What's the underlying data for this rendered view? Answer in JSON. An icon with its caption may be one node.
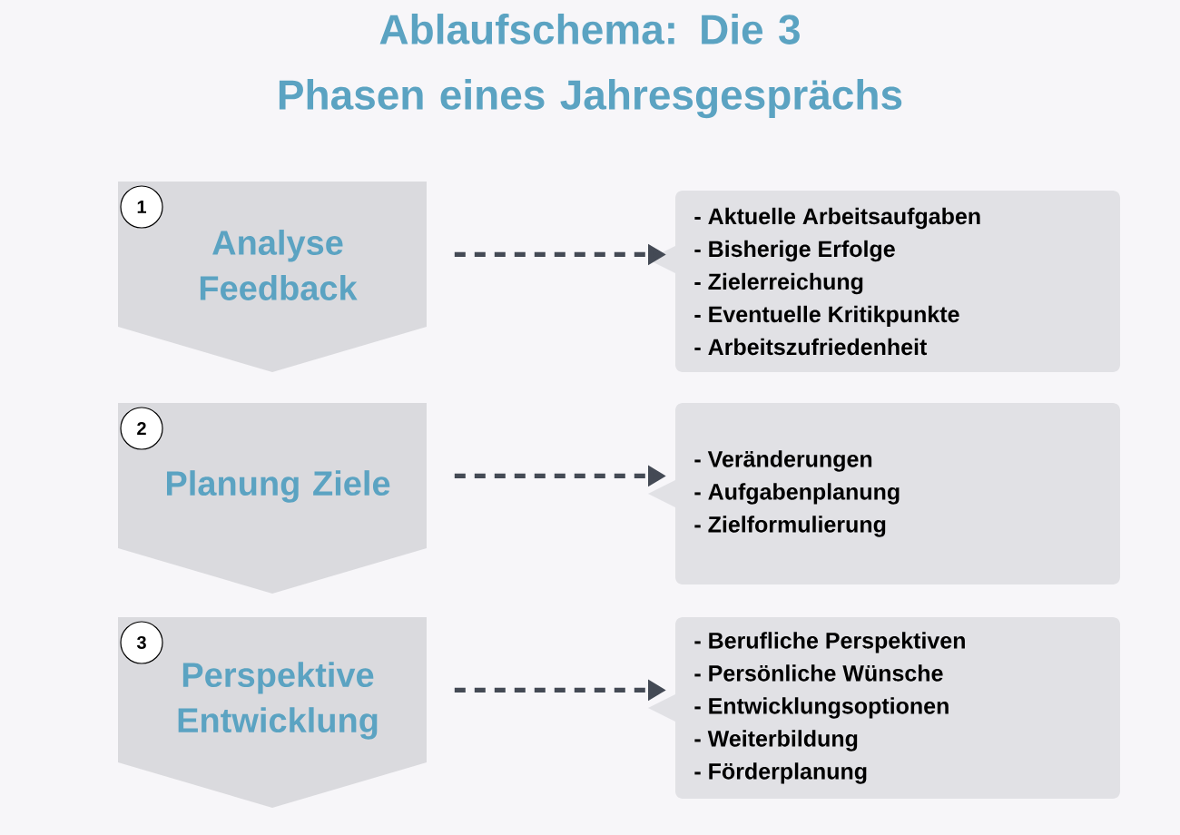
{
  "diagram": {
    "title": "Ablaufschema: Die 3 Phasen eines Jahresgesprächs",
    "nodes": [
      {
        "text": [
          "Analyse Feedback"
        ]
      },
      {
        "text": [
          "1"
        ],
        "in": 0
      },
      {
        "text": [
          "- Aktuelle Arbeitsaufgaben",
          "- Bisherige Erfolge",
          "- Zielerreichung",
          "- Eventuelle Kritikpunkte",
          "- Arbeitszufriedenheit"
        ]
      },
      {
        "text": [
          "Planung Ziele"
        ]
      },
      {
        "text": [
          "2"
        ],
        "in": 3
      },
      {
        "text": [
          "- Veränderungen",
          "- Aufgabenplanung",
          "- Zielformulierung"
        ]
      },
      {
        "text": [
          "Perspektive Entwicklung"
        ]
      },
      {
        "text": [
          "3"
        ],
        "in": 6
      },
      {
        "text": [
          "- Berufliche Perspektiven",
          "- Persönliche Wünsche",
          "- Entwicklungsoptionen",
          "- Weiterbildung",
          "- Förderplanung"
        ]
      }
    ],
    "edges": [
      {
        "from": 0,
        "to": 2,
        "arrow": "to",
        "style": "dashed"
      },
      {
        "from": 3,
        "to": 5,
        "arrow": "to",
        "style": "dashed"
      },
      {
        "from": 6,
        "to": 8,
        "arrow": "to",
        "style": "dashed"
      }
    ]
  }
}
